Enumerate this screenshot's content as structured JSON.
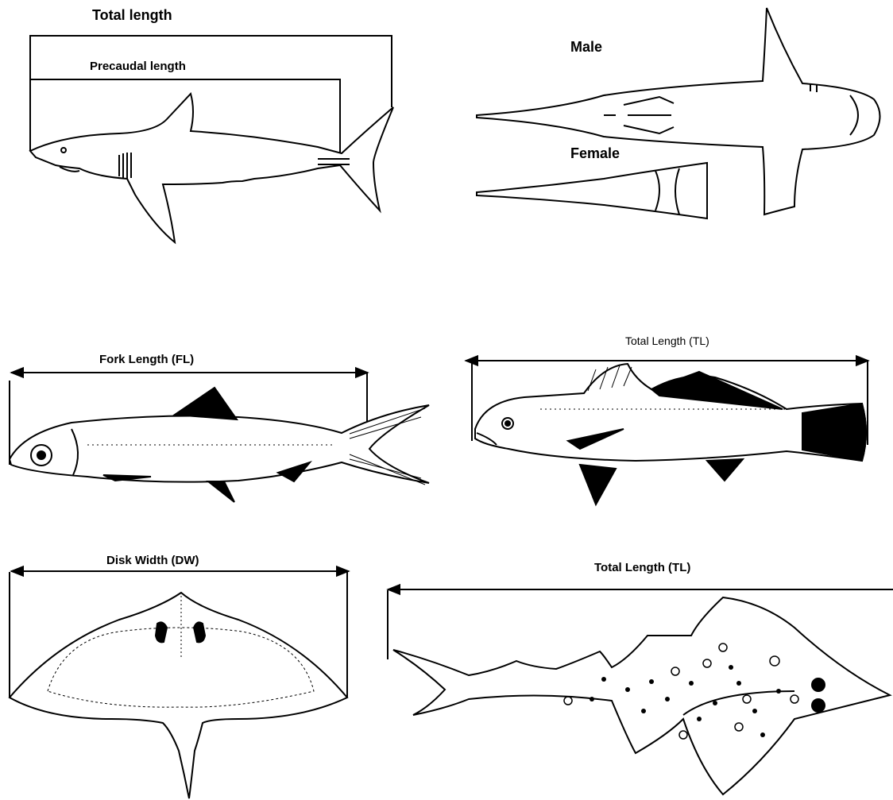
{
  "shark_side": {
    "total_length_label": "Total length",
    "precaudal_length_label": "Precaudal length"
  },
  "shark_ventral": {
    "male_label": "Male",
    "female_label": "Female"
  },
  "bony_fish_forked": {
    "label": "Fork Length (FL)"
  },
  "bony_fish_round_tail": {
    "label": "Total Length (TL)"
  },
  "ray": {
    "label": "Disk Width (DW)"
  },
  "guitarfish": {
    "label": "Total Length (TL)"
  }
}
